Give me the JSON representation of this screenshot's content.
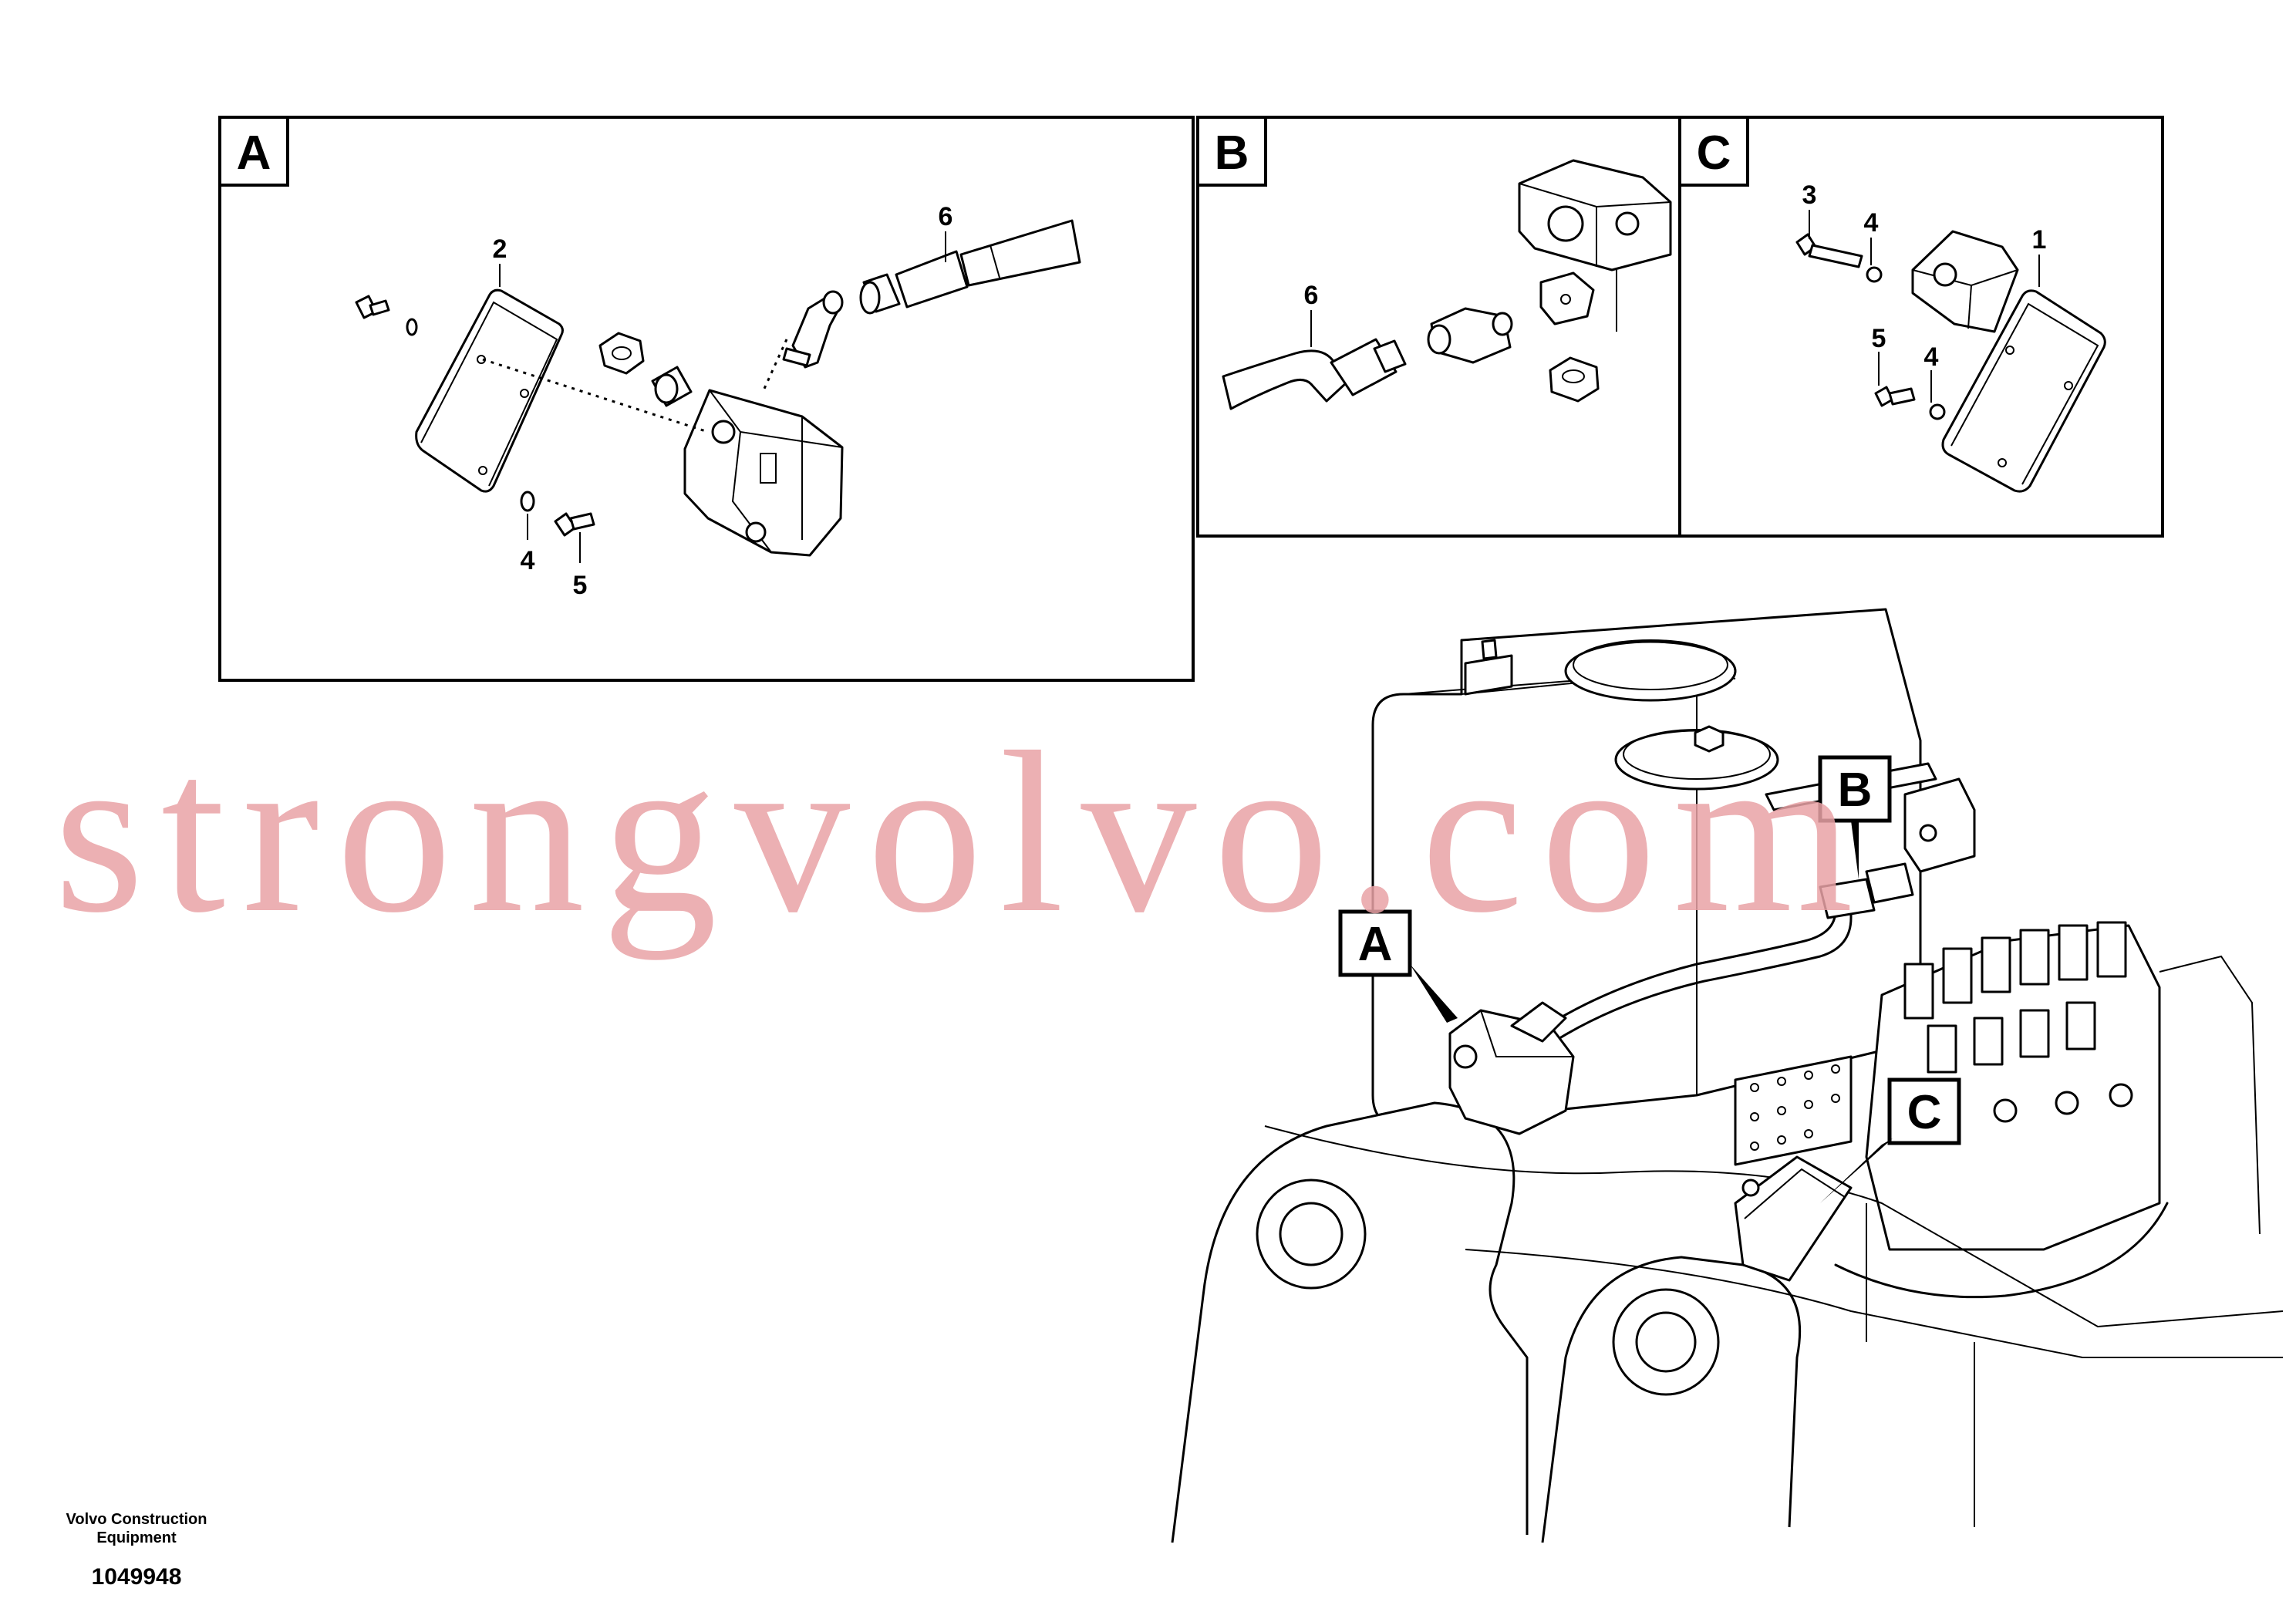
{
  "views": [
    {
      "label": "A"
    },
    {
      "label": "B"
    },
    {
      "label": "C"
    }
  ],
  "callouts_view_a": [
    "2",
    "6",
    "4",
    "5"
  ],
  "callouts_view_b": [
    "6"
  ],
  "callouts_view_c": [
    "3",
    "4",
    "1",
    "5",
    "4"
  ],
  "assembly_markers": [
    "A",
    "B",
    "C"
  ],
  "watermark": "strongvolvo.com",
  "footer": {
    "company_line1": "Volvo Construction",
    "company_line2": "Equipment",
    "drawing_number": "1049948"
  }
}
